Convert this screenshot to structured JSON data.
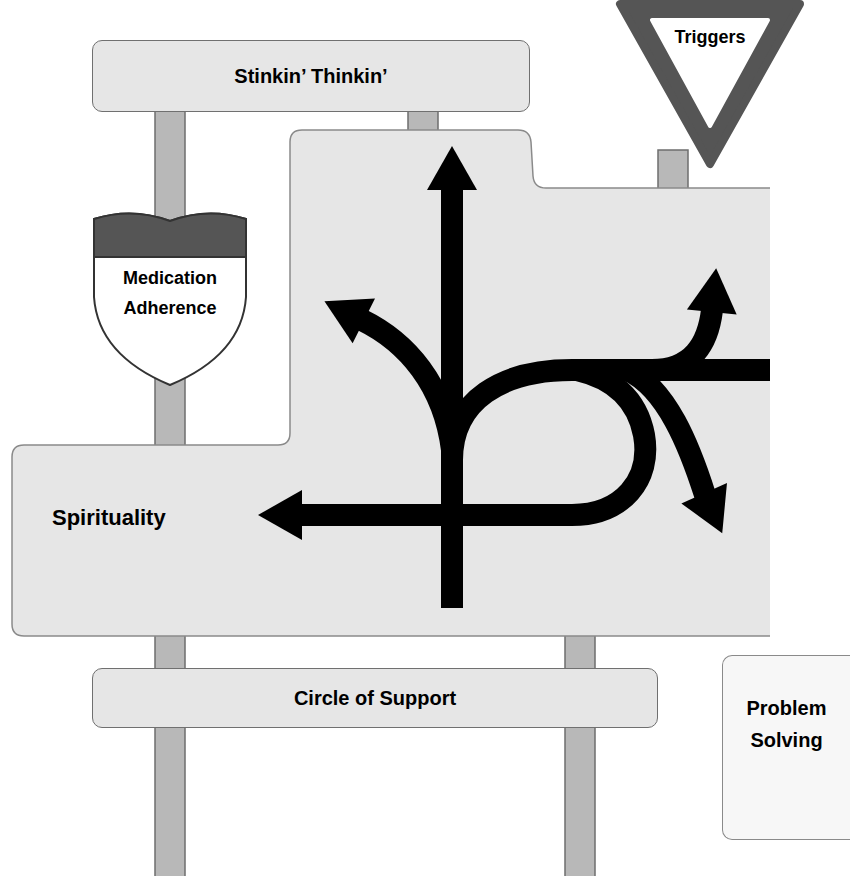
{
  "diagram": {
    "nodes": [
      {
        "text": [
          "Stinkin’ Thinkin’"
        ]
      },
      {
        "text": [
          "Triggers"
        ]
      },
      {
        "text": [
          "Medication Adherence"
        ]
      },
      {
        "text": [
          "Spirituality"
        ]
      },
      {
        "text": [
          "Circle of Support"
        ]
      },
      {
        "text": [
          "Problem Solving"
        ]
      }
    ]
  }
}
